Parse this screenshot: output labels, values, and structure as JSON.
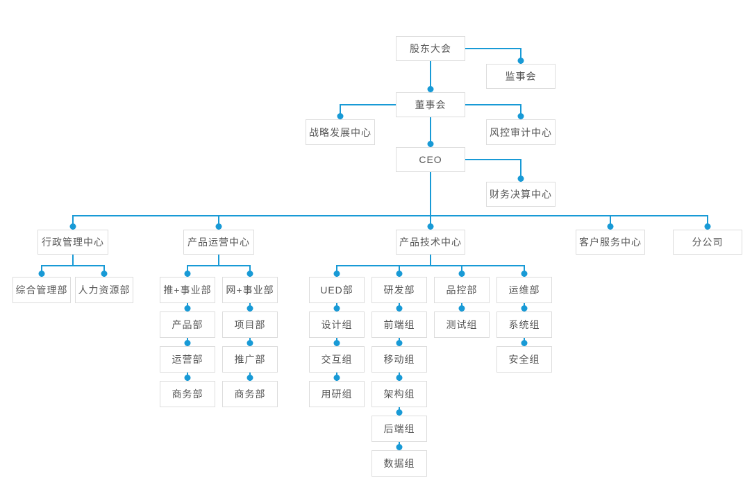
{
  "chart": {
    "type": "org-chart",
    "colors": {
      "line": "#189ad6",
      "dot": "#189ad6",
      "box_border": "#dcdcdc",
      "box_bg": "#ffffff",
      "text": "#555555",
      "background": "#ffffff"
    },
    "nodes": [
      {
        "id": "shareholders",
        "label": "股东大会"
      },
      {
        "id": "supervisory",
        "label": "监事会"
      },
      {
        "id": "board",
        "label": "董事会"
      },
      {
        "id": "strategy",
        "label": "战略发展中心"
      },
      {
        "id": "risk_audit",
        "label": "风控审计中心"
      },
      {
        "id": "ceo",
        "label": "CEO"
      },
      {
        "id": "finance",
        "label": "财务决算中心"
      },
      {
        "id": "admin_center",
        "label": "行政管理中心"
      },
      {
        "id": "ops_center",
        "label": "产品运营中心"
      },
      {
        "id": "tech_center",
        "label": "产品技术中心"
      },
      {
        "id": "service_center",
        "label": "客户服务中心"
      },
      {
        "id": "branch",
        "label": "分公司"
      },
      {
        "id": "general_mgmt",
        "label": "综合管理部"
      },
      {
        "id": "hr",
        "label": "人力资源部"
      },
      {
        "id": "tui_division",
        "label": "推+事业部"
      },
      {
        "id": "wang_division",
        "label": "网+事业部"
      },
      {
        "id": "product_dept",
        "label": "产品部"
      },
      {
        "id": "operation_dept",
        "label": "运营部"
      },
      {
        "id": "biz_dept_tui",
        "label": "商务部"
      },
      {
        "id": "project_dept",
        "label": "项目部"
      },
      {
        "id": "promotion_dept",
        "label": "推广部"
      },
      {
        "id": "biz_dept_wang",
        "label": "商务部"
      },
      {
        "id": "ued_dept",
        "label": "UED部"
      },
      {
        "id": "rd_dept",
        "label": "研发部"
      },
      {
        "id": "qc_dept",
        "label": "品控部"
      },
      {
        "id": "devops_dept",
        "label": "运维部"
      },
      {
        "id": "design_group",
        "label": "设计组"
      },
      {
        "id": "interaction_group",
        "label": "交互组"
      },
      {
        "id": "user_research_group",
        "label": "用研组"
      },
      {
        "id": "frontend_group",
        "label": "前端组"
      },
      {
        "id": "mobile_group",
        "label": "移动组"
      },
      {
        "id": "architecture_group",
        "label": "架构组"
      },
      {
        "id": "backend_group",
        "label": "后端组"
      },
      {
        "id": "data_group",
        "label": "数据组"
      },
      {
        "id": "testing_group",
        "label": "测试组"
      },
      {
        "id": "system_group",
        "label": "系统组"
      },
      {
        "id": "security_group",
        "label": "安全组"
      }
    ],
    "edges": [
      {
        "from": "shareholders",
        "to": "supervisory",
        "side": true
      },
      {
        "from": "shareholders",
        "to": "board"
      },
      {
        "from": "board",
        "to": "strategy",
        "side": true
      },
      {
        "from": "board",
        "to": "risk_audit",
        "side": true
      },
      {
        "from": "board",
        "to": "ceo"
      },
      {
        "from": "ceo",
        "to": "finance",
        "side": true
      },
      {
        "from": "ceo",
        "to": "admin_center"
      },
      {
        "from": "ceo",
        "to": "ops_center"
      },
      {
        "from": "ceo",
        "to": "tech_center"
      },
      {
        "from": "ceo",
        "to": "service_center"
      },
      {
        "from": "ceo",
        "to": "branch"
      },
      {
        "from": "admin_center",
        "to": "general_mgmt"
      },
      {
        "from": "admin_center",
        "to": "hr"
      },
      {
        "from": "ops_center",
        "to": "tui_division"
      },
      {
        "from": "ops_center",
        "to": "wang_division"
      },
      {
        "from": "tui_division",
        "to": "product_dept"
      },
      {
        "from": "product_dept",
        "to": "operation_dept"
      },
      {
        "from": "operation_dept",
        "to": "biz_dept_tui"
      },
      {
        "from": "wang_division",
        "to": "project_dept"
      },
      {
        "from": "project_dept",
        "to": "promotion_dept"
      },
      {
        "from": "promotion_dept",
        "to": "biz_dept_wang"
      },
      {
        "from": "tech_center",
        "to": "ued_dept"
      },
      {
        "from": "tech_center",
        "to": "rd_dept"
      },
      {
        "from": "tech_center",
        "to": "qc_dept"
      },
      {
        "from": "tech_center",
        "to": "devops_dept"
      },
      {
        "from": "ued_dept",
        "to": "design_group"
      },
      {
        "from": "design_group",
        "to": "interaction_group"
      },
      {
        "from": "interaction_group",
        "to": "user_research_group"
      },
      {
        "from": "rd_dept",
        "to": "frontend_group"
      },
      {
        "from": "frontend_group",
        "to": "mobile_group"
      },
      {
        "from": "mobile_group",
        "to": "architecture_group"
      },
      {
        "from": "architecture_group",
        "to": "backend_group"
      },
      {
        "from": "backend_group",
        "to": "data_group"
      },
      {
        "from": "qc_dept",
        "to": "testing_group"
      },
      {
        "from": "devops_dept",
        "to": "system_group"
      },
      {
        "from": "system_group",
        "to": "security_group"
      }
    ]
  }
}
